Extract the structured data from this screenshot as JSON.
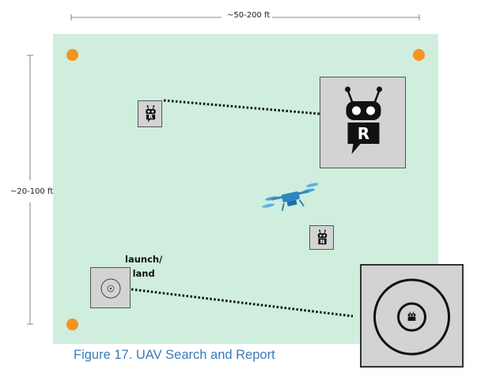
{
  "dimensions": {
    "width_label": "~50-200 ft",
    "height_label": "~20-100 ft"
  },
  "launch_land_label_line1": "launch/",
  "launch_land_label_line2": "land",
  "caption": "Figure 17. UAV Search and Report",
  "colors": {
    "field": "#cfeedd",
    "corner_markers": "#f6921e",
    "caption": "#3b7ab8",
    "drone": "#2e86c1",
    "marker_box": "#d3d3d3"
  },
  "markers": {
    "small_marker_R_letter": "R",
    "large_marker_R_letter": "R",
    "small_marker_N_letter": "N"
  },
  "icons": [
    "corner-marker-icon",
    "robot-logo-icon",
    "drone-icon",
    "landing-target-icon"
  ]
}
